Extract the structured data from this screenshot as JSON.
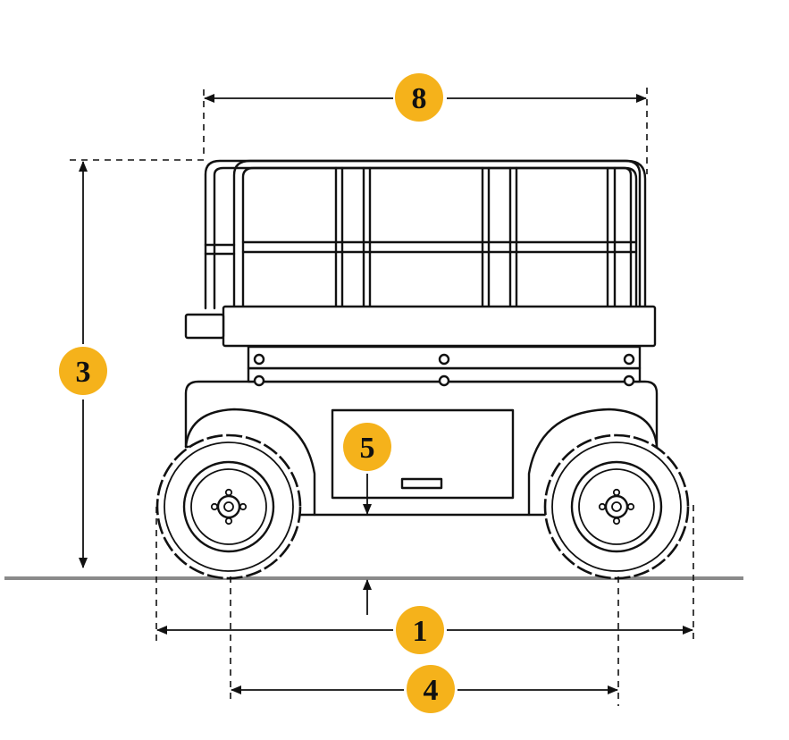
{
  "labels": {
    "overall_length": "1",
    "overall_height": "3",
    "wheelbase": "4",
    "ground_clearance": "5",
    "platform_length": "8"
  },
  "colors": {
    "badge": "#f5b21b",
    "line": "#111111",
    "ground": "#8a8a8a"
  }
}
